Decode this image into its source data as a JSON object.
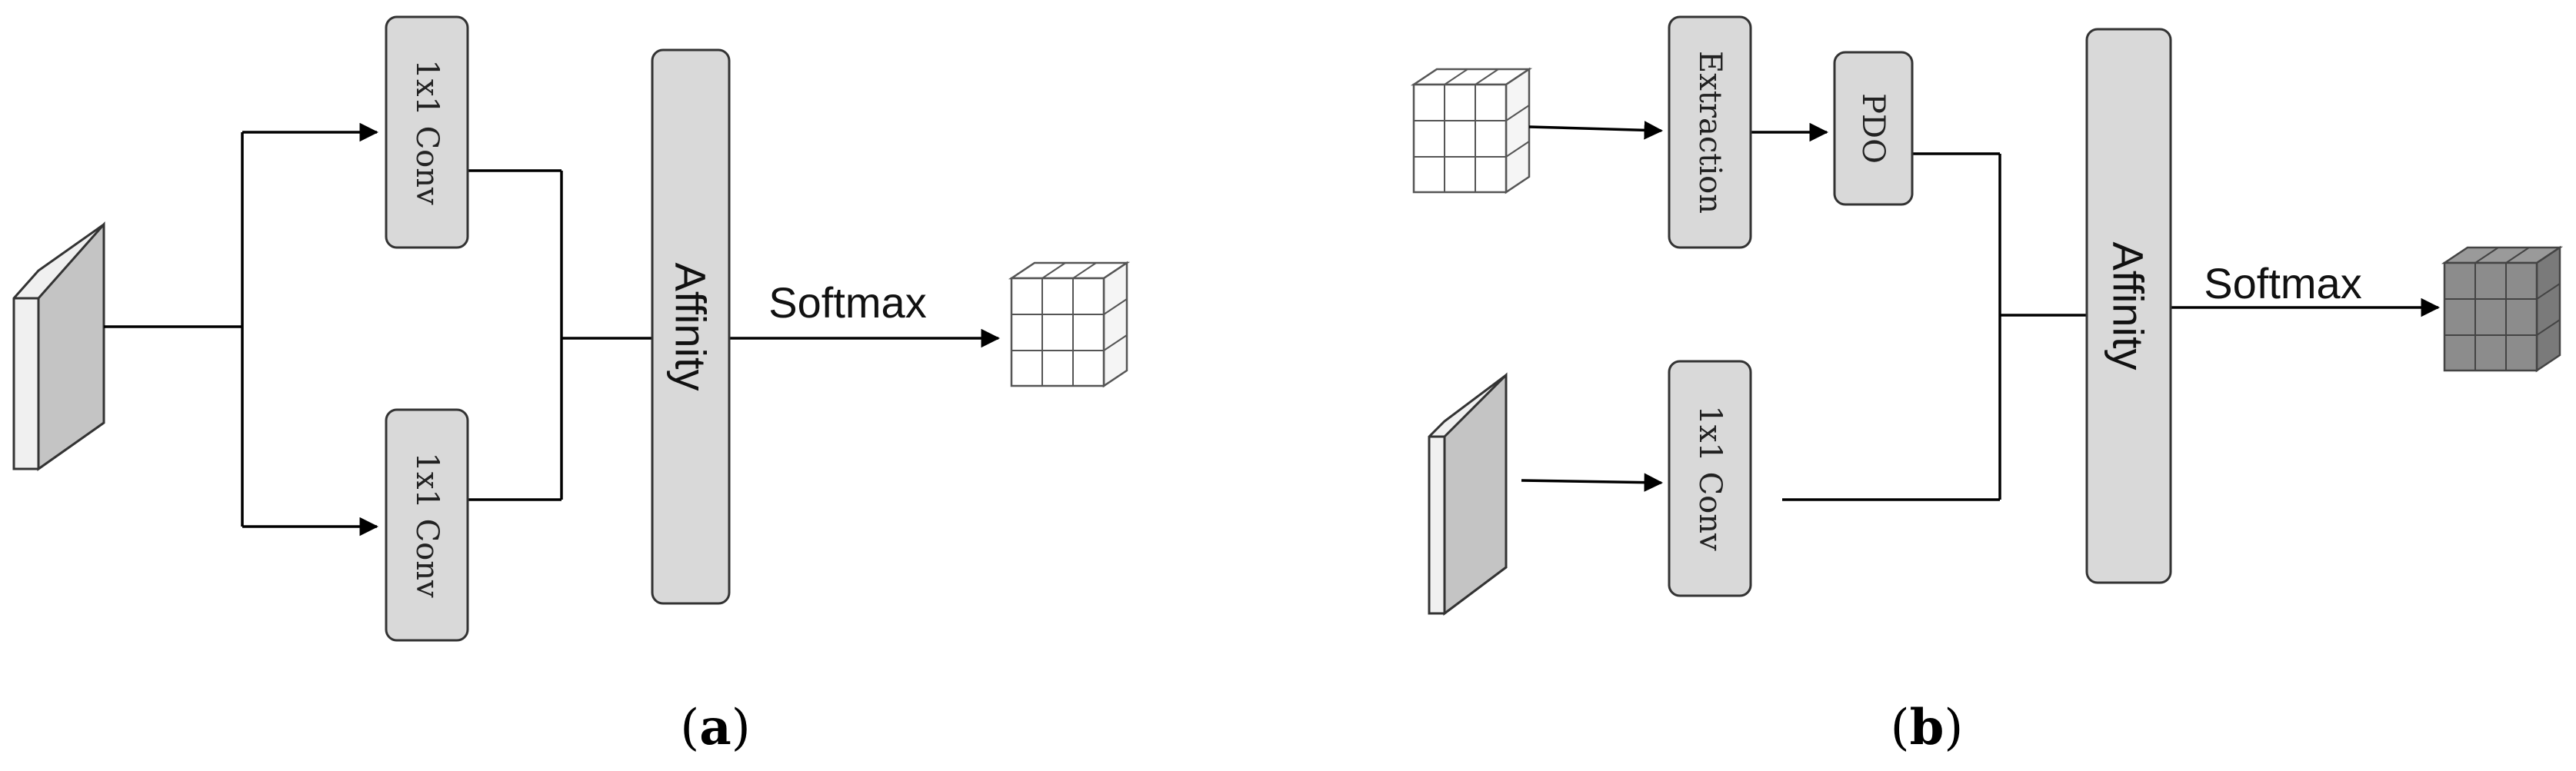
{
  "panel_a": {
    "conv_top": "1x1 Conv",
    "conv_bottom": "1x1 Conv",
    "affinity": "Affinity",
    "softmax": "Softmax",
    "caption_open": "(",
    "caption_letter": "a",
    "caption_close": ")"
  },
  "panel_b": {
    "extraction": "Extraction",
    "pdo": "PDO",
    "conv": "1x1 Conv",
    "affinity": "Affinity",
    "softmax": "Softmax",
    "caption_open": "(",
    "caption_letter": "b",
    "caption_close": ")"
  },
  "colors": {
    "box_fill": "#d9d9d9",
    "feature_map_front": "#c8c8c8",
    "output_cube_a": "#ffffff",
    "output_cube_b": "#8c8c8c"
  }
}
